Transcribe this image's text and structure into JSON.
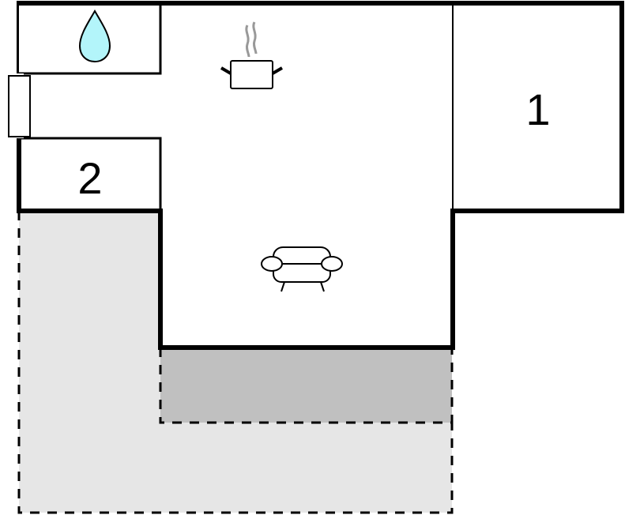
{
  "floorplan": {
    "rooms": [
      {
        "id": "bedroom-1",
        "label": "1"
      },
      {
        "id": "bedroom-2",
        "label": "2"
      },
      {
        "id": "bathroom",
        "icon": "water-drop-icon"
      },
      {
        "id": "kitchen-living",
        "icons": [
          "cooking-pot-icon",
          "sofa-icon"
        ]
      }
    ],
    "areas": [
      {
        "id": "terrace-covered",
        "fill": "#c0c0c0",
        "border": "dashed"
      },
      {
        "id": "terrace-open",
        "fill": "#e6e6e6",
        "border": "dashed"
      }
    ],
    "entrance": {
      "id": "door"
    },
    "colors": {
      "wall": "#000000",
      "water": "#b3f5fa",
      "steam": "#999999",
      "covered_terrace": "#c0c0c0",
      "open_terrace": "#e6e6e6"
    }
  }
}
